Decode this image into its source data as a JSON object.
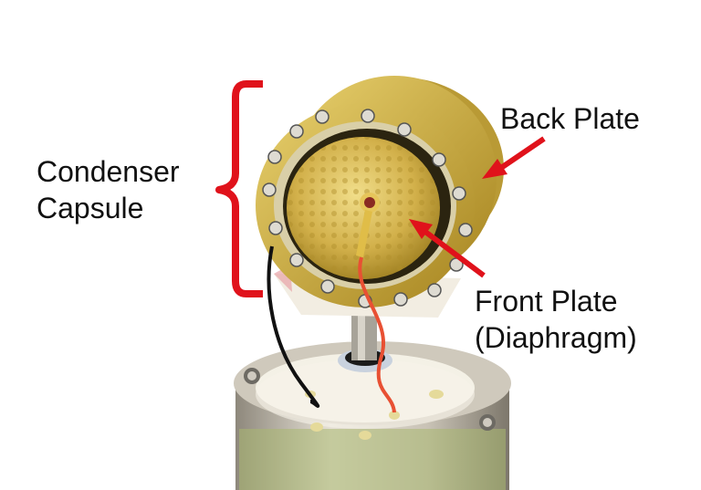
{
  "annotations": {
    "capsule_label_line1": "Condenser",
    "capsule_label_line2": "Capsule",
    "back_plate_label": "Back Plate",
    "front_plate_label_line1": "Front Plate",
    "front_plate_label_line2": "(Diaphragm)"
  },
  "colors": {
    "annotation_red": "#e0121b",
    "brass": "#c9a93a",
    "brass_dark": "#9c7d1f",
    "plastic": "#f4f1e6",
    "metal": "#b8b2a5"
  }
}
